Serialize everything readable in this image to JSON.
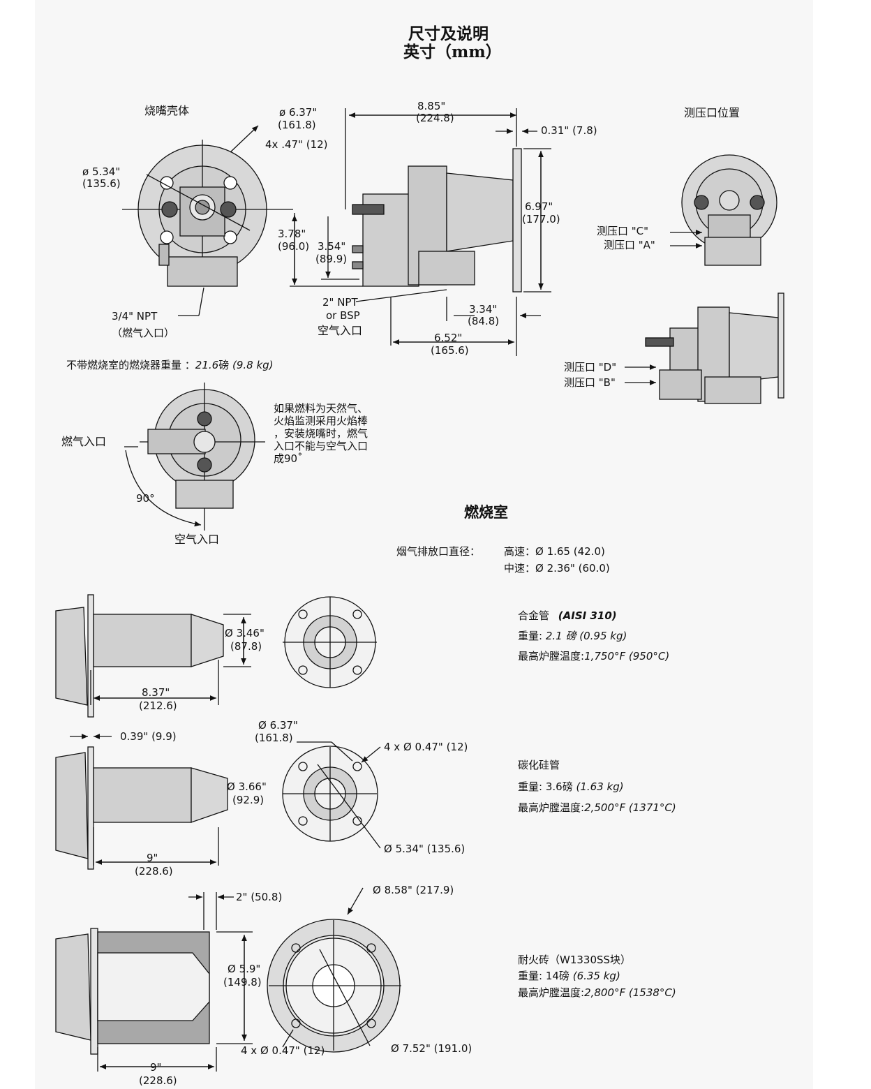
{
  "title": {
    "line1": "尺寸及说明",
    "line2": "英寸（mm）"
  },
  "burner": {
    "housing_label": "烧嘴壳体",
    "tap_location_label": "测压口位置",
    "dia_637": "ø 6.37\"",
    "dia_637_mm": "(161.8)",
    "holes": "4x .47\" (12)",
    "dia_534": "ø 5.34\"",
    "dia_534_mm": "(135.6)",
    "len_885": "8.85\"",
    "len_885_mm": "(224.8)",
    "flange_031": "0.31\" (7.8)",
    "h_697": "6.97\"",
    "h_697_mm": "(177.0)",
    "h_378": "3.78\"",
    "h_378_mm": "(96.0)",
    "h_354": "3.54\"",
    "h_354_mm": "(89.9)",
    "gas_npt": "3/4\" NPT",
    "gas_inlet": "（燃气入口）",
    "air_npt": "2\" NPT",
    "air_bsp": "or BSP",
    "air_inlet": "空气入口",
    "w_334": "3.34\"",
    "w_334_mm": "(84.8)",
    "w_652": "6.52\"",
    "w_652_mm": "(165.6)",
    "weight_label": "不带燃烧室的燃烧器重量 ：",
    "weight_value": "21.6",
    "weight_unit": "磅",
    "weight_kg": "(9.8 kg)",
    "tap_c": "测压口 \"C\"",
    "tap_a": "测压口 \"A\"",
    "tap_d": "测压口 \"D\"",
    "tap_b": "测压口 \"B\""
  },
  "orientation": {
    "gas_inlet": "燃气入口",
    "air_inlet": "空气入口",
    "angle": "90°",
    "note": [
      "如果燃料为天然气、",
      "火焰监测采用火焰棒",
      "，安装烧嘴时，燃气",
      "入口不能与空气入口",
      "成90˚"
    ]
  },
  "chamber": {
    "title": "燃烧室",
    "exhaust_label": "烟气排放口直径：",
    "high_speed": "高速：Ø 1.65 (42.0)",
    "mid_speed": "中速：Ø 2.36\" (60.0)",
    "alloy": {
      "name": "合金管",
      "grade": "(AISI 310)",
      "weight_label": "重量:",
      "weight": "2.1 磅",
      "weight_kg": "(0.95 kg)",
      "temp_label": "最高炉膛温度:",
      "temp": "1,750°F (950°C)",
      "dia": "Ø 3.46\"",
      "dia_mm": "(87.8)",
      "len": "8.37\"",
      "len_mm": "(212.6)"
    },
    "sic": {
      "name": "碳化硅管",
      "weight_label": "重量:",
      "weight": "3.6磅",
      "weight_kg": "(1.63 kg)",
      "temp_label": "最高炉膛温度:",
      "temp": "2,500°F (1371°C)",
      "flange": "0.39\" (9.9)",
      "od": "Ø 6.37\"",
      "od_mm": "(161.8)",
      "holes": "4 x Ø 0.47\" (12)",
      "dia": "Ø 3.66\"",
      "dia_mm": "(92.9)",
      "bolt": "Ø 5.34\" (135.6)",
      "len": "9\"",
      "len_mm": "(228.6)"
    },
    "refractory": {
      "name": "耐火砖（W1330SS块）",
      "weight_label": "重量:",
      "weight": "14磅",
      "weight_kg": "(6.35 kg)",
      "temp_label": "最高炉膛温度:",
      "temp": "2,800°F (1538°C)",
      "flange": "2\" (50.8)",
      "od": "Ø 8.58\" (217.9)",
      "dia": "Ø 5.9\"",
      "dia_mm": "(149.8)",
      "holes": "4 x Ø 0.47\" (12)",
      "bolt": "Ø 7.52\" (191.0)",
      "len": "9\"",
      "len_mm": "(228.6)"
    }
  }
}
